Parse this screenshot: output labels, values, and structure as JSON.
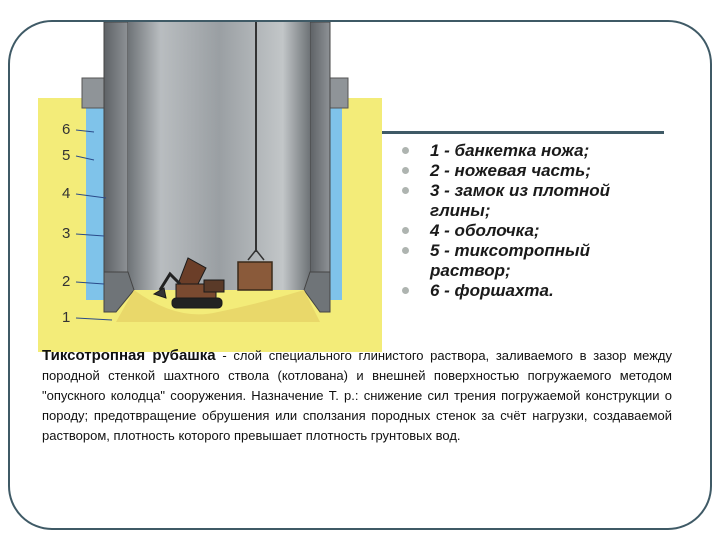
{
  "illustration": {
    "labels": [
      "6",
      "5",
      "4",
      "3",
      "2",
      "1"
    ],
    "colors": {
      "soil": "#f3ec79",
      "shaft": "#8f9498",
      "slurry": "#7fc3ea",
      "frame": "#3f5a66"
    }
  },
  "legend": {
    "items": [
      "1 - банкетка ножа;",
      "2 - ножевая часть;",
      "3 - замок из плотной глины;",
      "4 - оболочка;",
      "5 - тиксотропный раствор;",
      "6 - форшахта."
    ]
  },
  "description": {
    "term": "Тиксотропная рубашка",
    "body": " - слой специального глинистого раствора, заливаемого в зазор между породной стенкой шахтного ствола (котлована) и внешней поверхностью погружаемого методом \"опускного колодца\" сооружения. Назначение Т. р.: снижение сил трения погружаемой конструкции о породу; предотвращение обрушения или сползания породных стенок за счёт нагрузки, создаваемой раствором, плотность которого превышает плотность грунтовых вод."
  }
}
